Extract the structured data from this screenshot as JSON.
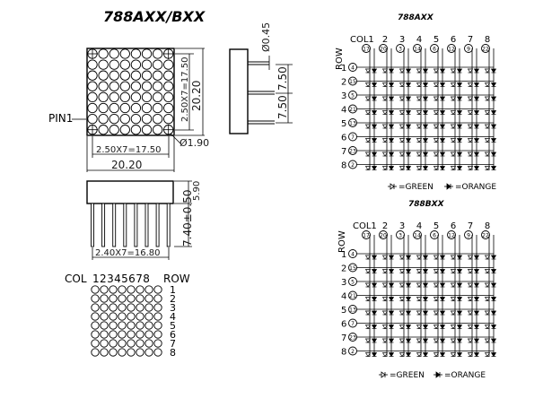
{
  "title": "788AXX/BXX",
  "front_view": {
    "width_label": "2.50X7=17.50",
    "overall_width_label": "20.20",
    "height_label": "2.50X7=17.50",
    "overall_height_label": "20.20",
    "dot_label": "Ø1.90",
    "pin_label": "PIN1"
  },
  "side_view": {
    "pin_dia_label": "Ø0.45",
    "pitch_label_top": "7.50",
    "pitch_label_bottom": "7.50"
  },
  "bottom_view": {
    "height_label": "5.90",
    "pin_length_label": "7.40±0.50",
    "pin_span_label": "2.40X7=16.80"
  },
  "dot_map": {
    "col_label": "COL",
    "col_numbers": "12345678",
    "row_label": "ROW",
    "row_numbers": [
      "1",
      "2",
      "3",
      "4",
      "5",
      "6",
      "7",
      "8"
    ]
  },
  "schematic_a": {
    "title": "788AXX",
    "col_label": "COL1",
    "col_numbers": [
      "2",
      "3",
      "4",
      "5",
      "6",
      "7",
      "8"
    ],
    "row_label": "ROW",
    "row_numbers": [
      "1",
      "2",
      "3",
      "4",
      "5",
      "6",
      "7",
      "8"
    ],
    "col_pins": [
      "17",
      "20",
      "3",
      "14",
      "6",
      "12",
      "9",
      "22"
    ],
    "row_pins": [
      "4",
      "15",
      "5",
      "21",
      "13",
      "7",
      "23",
      "2"
    ],
    "legend_green": "=GREEN",
    "legend_orange": "=ORANGE"
  },
  "schematic_b": {
    "title": "788BXX",
    "col_label": "COL1",
    "col_numbers": [
      "2",
      "3",
      "4",
      "5",
      "6",
      "7",
      "8"
    ],
    "row_label": "ROW",
    "row_numbers": [
      "1",
      "2",
      "3",
      "4",
      "5",
      "6",
      "7",
      "8"
    ],
    "col_pins": [
      "17",
      "20",
      "3",
      "14",
      "6",
      "12",
      "9",
      "22"
    ],
    "row_pins": [
      "4",
      "15",
      "5",
      "21",
      "13",
      "7",
      "23",
      "2"
    ],
    "legend_green": "=GREEN",
    "legend_orange": "=ORANGE"
  }
}
